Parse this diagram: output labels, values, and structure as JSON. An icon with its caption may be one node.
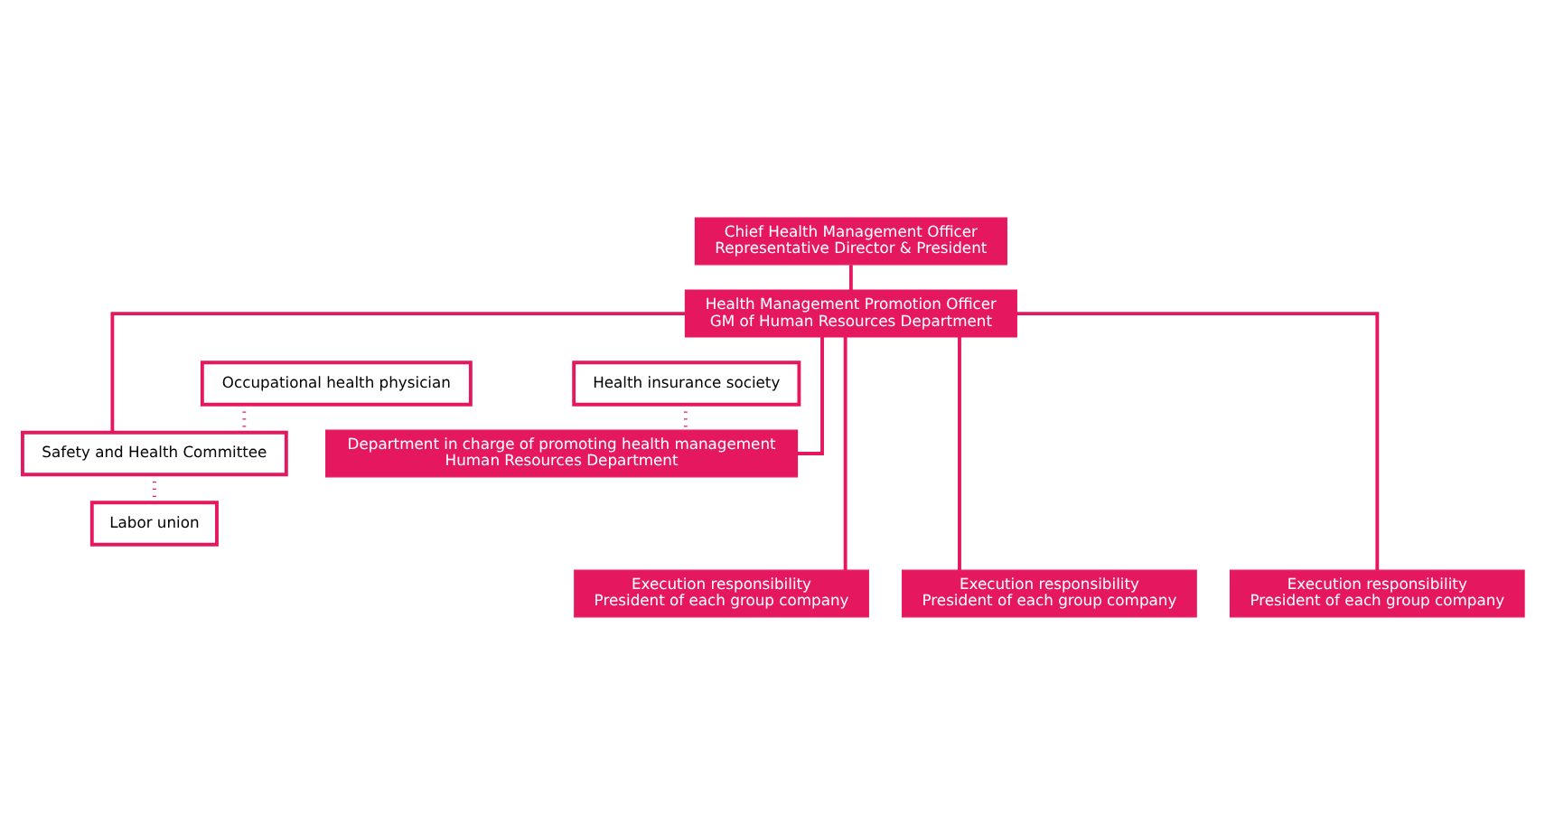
{
  "diagram": {
    "nodes": [
      {
        "text": [
          "Chief Health Management Officer",
          "Representative Director & President"
        ]
      },
      {
        "text": [
          "Health Management Promotion Officer",
          "GM of Human Resources Department"
        ]
      },
      {
        "text": [
          "Occupational health physician"
        ]
      },
      {
        "text": [
          "Health insurance society"
        ]
      },
      {
        "text": [
          "Safety and Health Committee"
        ]
      },
      {
        "text": [
          "Department in charge of promoting health management",
          "Human Resources Department"
        ]
      },
      {
        "text": [
          "Labor union"
        ]
      },
      {
        "text": [
          "Execution responsibility",
          "President of each group company"
        ]
      },
      {
        "text": [
          "Execution responsibility",
          "President of each group company"
        ]
      },
      {
        "text": [
          "Execution responsibility",
          "President of each group company"
        ]
      }
    ],
    "edges": [
      {
        "from": 0,
        "to": 1,
        "arrow": "none"
      },
      {
        "from": 1,
        "to": 4,
        "arrow": "none"
      },
      {
        "from": 1,
        "to": 5,
        "arrow": "none"
      },
      {
        "from": 2,
        "to": 4,
        "arrow": "none",
        "style": "dashed"
      },
      {
        "from": 4,
        "to": 6,
        "arrow": "none",
        "style": "dashed"
      },
      {
        "from": 3,
        "to": 5,
        "arrow": "none",
        "style": "dashed"
      },
      {
        "from": 1,
        "to": 7,
        "arrow": "none"
      },
      {
        "from": 1,
        "to": 8,
        "arrow": "none"
      },
      {
        "from": 1,
        "to": 9,
        "arrow": "none"
      }
    ]
  }
}
